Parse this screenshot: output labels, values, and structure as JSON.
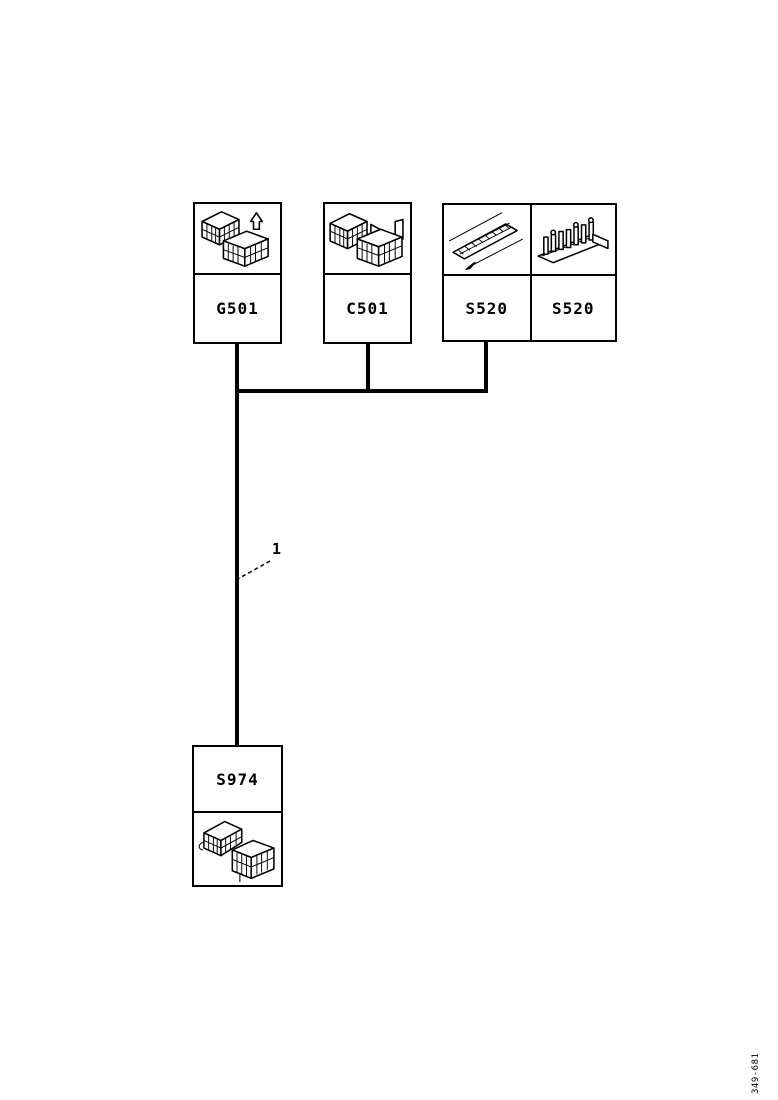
{
  "diagram": {
    "background": "#ffffff",
    "line_color": "#000000",
    "boxes": [
      {
        "id": "G501",
        "label": "G501"
      },
      {
        "id": "C501",
        "label": "C501"
      },
      {
        "id": "S520_left",
        "label": "S520"
      },
      {
        "id": "S520_right",
        "label": "S520"
      },
      {
        "id": "S974",
        "label": "S974"
      }
    ],
    "wire_number_label": "1",
    "doc_number": "349-681"
  }
}
